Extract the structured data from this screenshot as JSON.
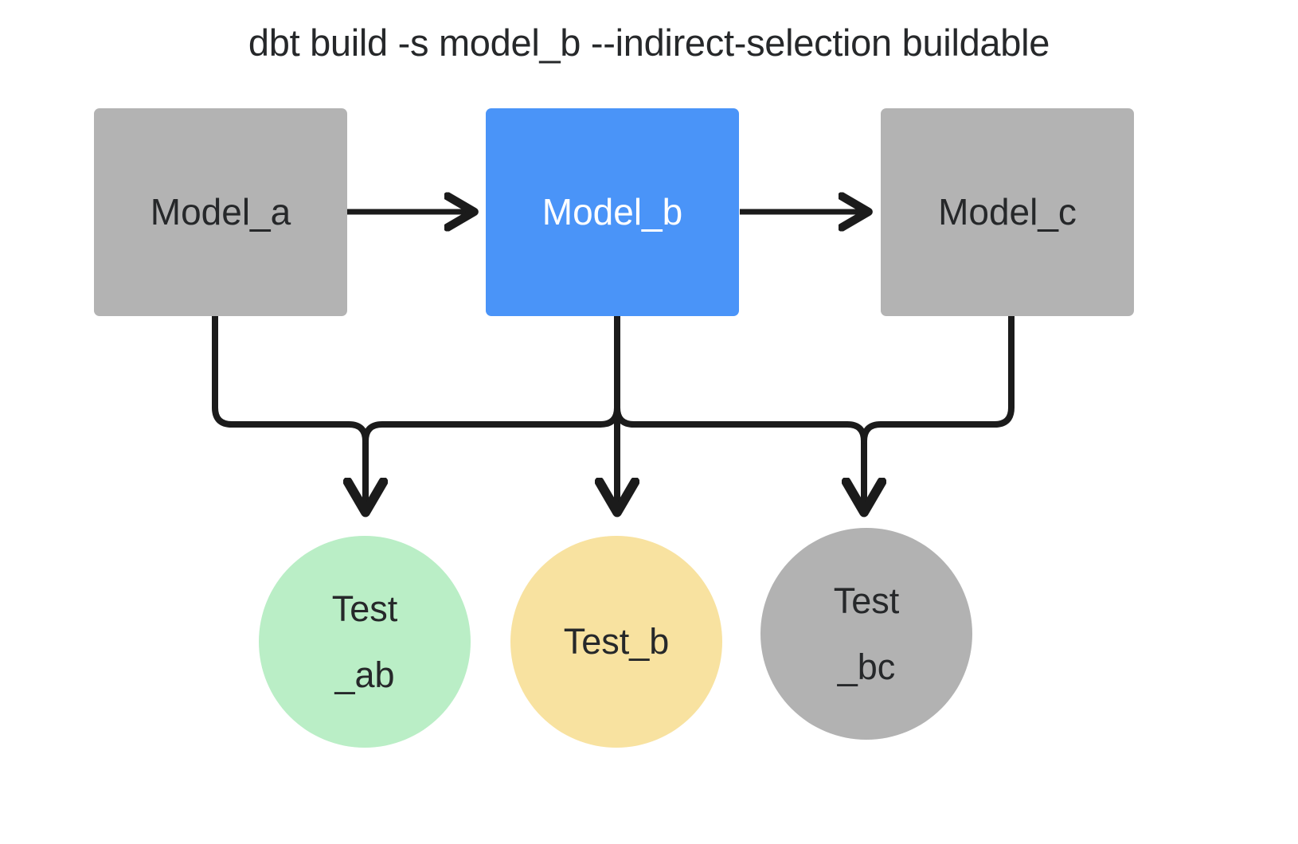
{
  "title": "dbt build -s model_b --indirect-selection buildable",
  "colors": {
    "background": "#ffffff",
    "model_gray": "#b3b3b3",
    "model_selected_blue": "#4a94f8",
    "test_green": "#baeec6",
    "test_yellow": "#f8e2a0",
    "test_gray": "#b2b2b2",
    "edge_black": "#1b1b1b",
    "text_dark": "#26282a",
    "text_light": "#ffffff"
  },
  "nodes": {
    "models": [
      {
        "id": "model_a",
        "label": "Model_a",
        "state": "unselected",
        "fill": "#b3b3b3",
        "text_color": "#26282a"
      },
      {
        "id": "model_b",
        "label": "Model_b",
        "state": "selected",
        "fill": "#4a94f8",
        "text_color": "#ffffff"
      },
      {
        "id": "model_c",
        "label": "Model_c",
        "state": "unselected",
        "fill": "#b3b3b3",
        "text_color": "#26282a"
      }
    ],
    "tests": [
      {
        "id": "test_ab",
        "line1": "Test",
        "line2": "_ab",
        "state": "buildable",
        "fill": "#baeec6",
        "text_color": "#26282a"
      },
      {
        "id": "test_b",
        "line1": "Test_b",
        "line2": "",
        "state": "selected",
        "fill": "#f8e2a0",
        "text_color": "#26282a"
      },
      {
        "id": "test_bc",
        "line1": "Test",
        "line2": "_bc",
        "state": "excluded",
        "fill": "#b2b2b2",
        "text_color": "#26282a"
      }
    ]
  },
  "edges": [
    {
      "from": "model_a",
      "to": "model_b",
      "kind": "arrow-right"
    },
    {
      "from": "model_b",
      "to": "model_c",
      "kind": "arrow-right"
    },
    {
      "from": "model_a",
      "to": "test_ab",
      "kind": "elbow-down"
    },
    {
      "from": "model_b",
      "to": "test_ab",
      "kind": "elbow-down"
    },
    {
      "from": "model_b",
      "to": "test_b",
      "kind": "straight-down"
    },
    {
      "from": "model_b",
      "to": "test_bc",
      "kind": "elbow-down"
    },
    {
      "from": "model_c",
      "to": "test_bc",
      "kind": "elbow-down"
    }
  ]
}
